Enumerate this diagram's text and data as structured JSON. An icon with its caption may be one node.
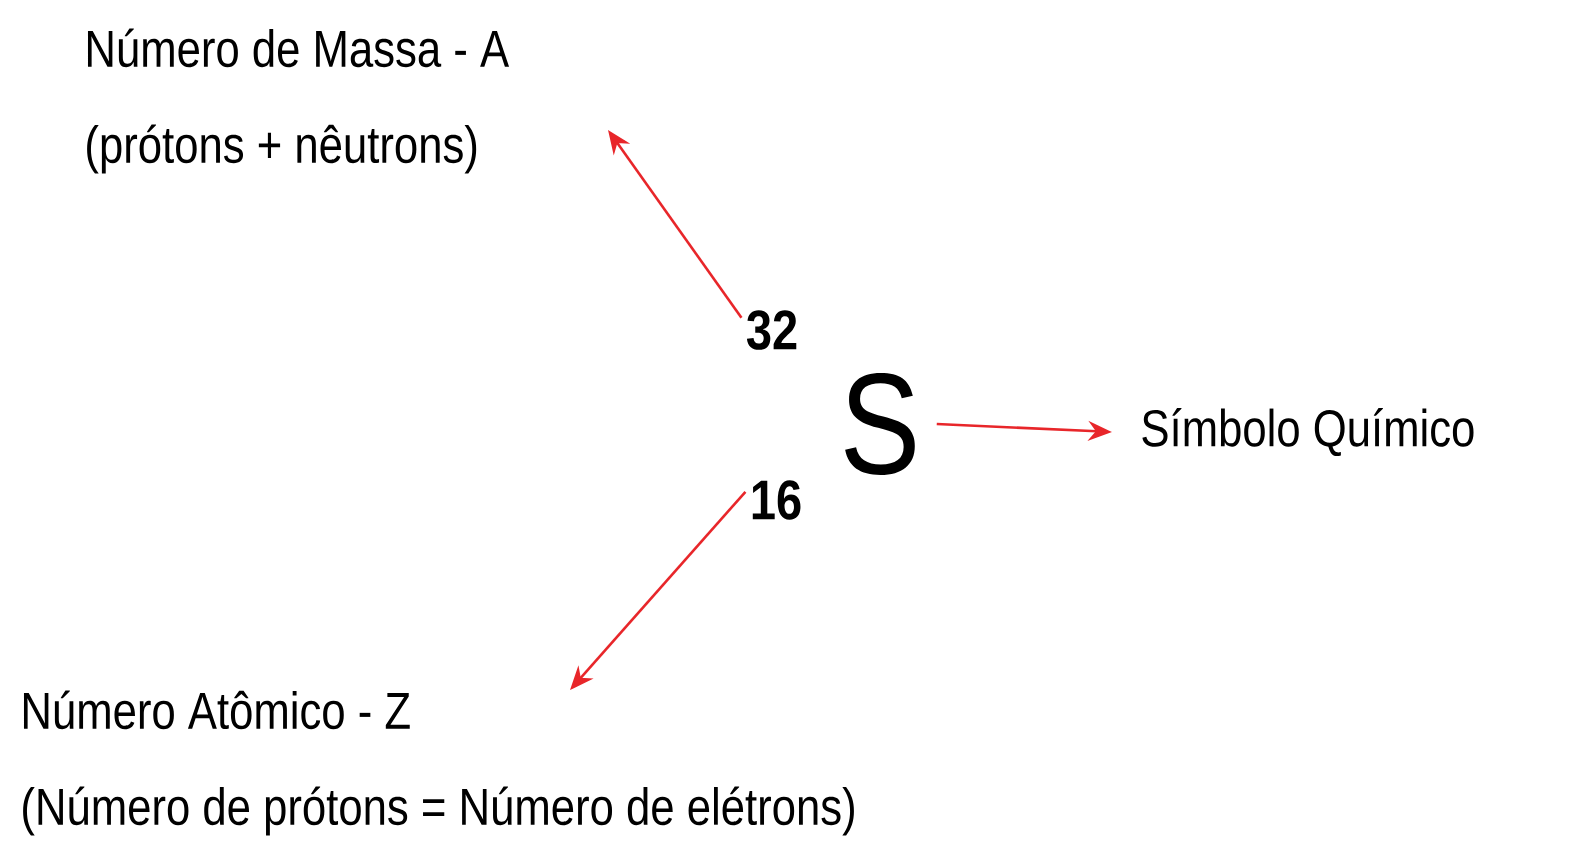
{
  "diagram": {
    "nodes": [
      {
        "text": [
          "Número de Massa - A",
          "(prótons + nêutrons)"
        ]
      },
      {
        "text": [
          "32"
        ]
      },
      {
        "text": [
          "S"
        ]
      },
      {
        "text": [
          "16"
        ]
      },
      {
        "text": [
          "Símbolo Químico"
        ]
      },
      {
        "text": [
          "Número Atômico - Z",
          "(Número de prótons = Número de elétrons)"
        ]
      }
    ],
    "edges": [
      {
        "from": 1,
        "to": 0,
        "arrow": "to"
      },
      {
        "from": 2,
        "to": 4,
        "arrow": "to"
      },
      {
        "from": 3,
        "to": 5,
        "arrow": "to"
      }
    ]
  }
}
